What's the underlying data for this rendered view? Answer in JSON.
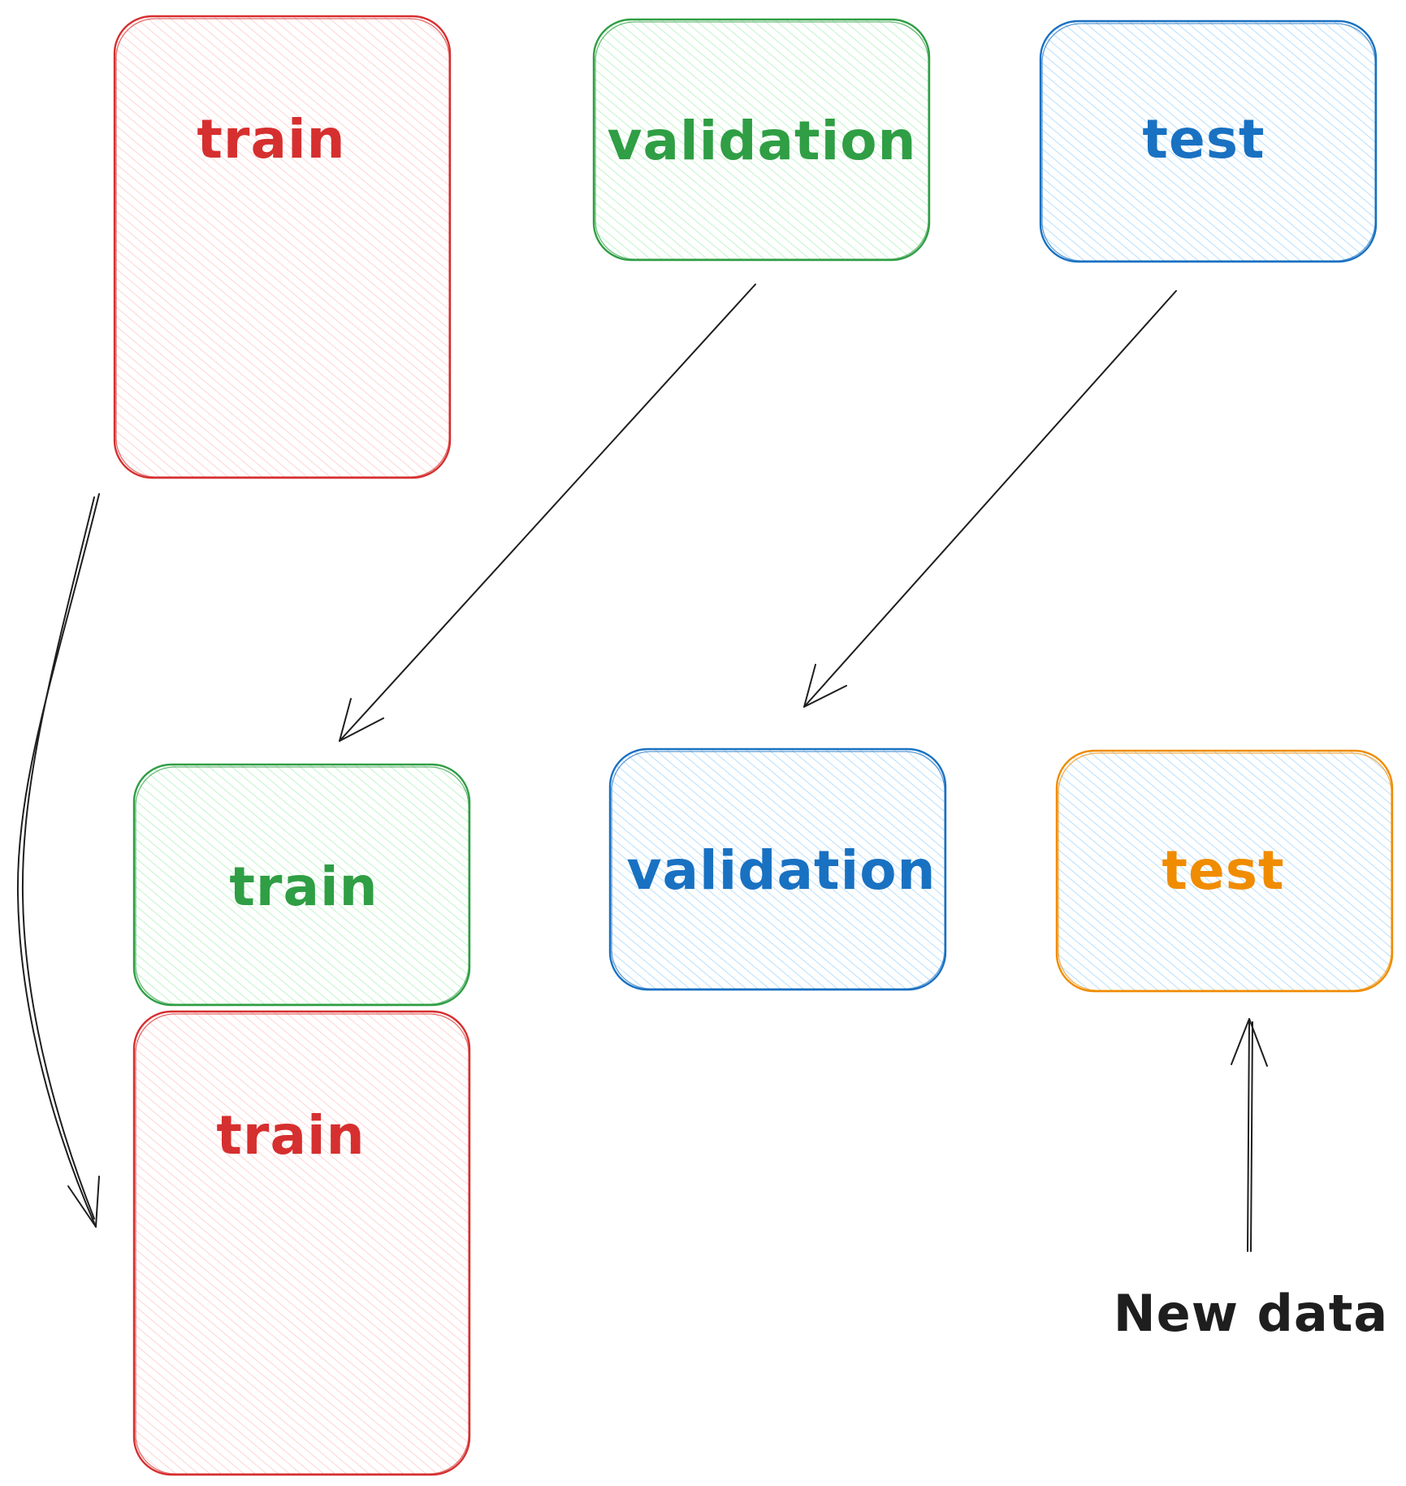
{
  "colors": {
    "red": "#d62f2f",
    "red_fill": "#ffc9c9",
    "green": "#2f9e44",
    "green_fill": "#b2f2bb",
    "blue": "#1971c2",
    "blue_fill": "#a5d8ff",
    "orange": "#f08c00",
    "ink": "#1e1e1e"
  },
  "top_row": {
    "train": "train",
    "validation": "validation",
    "test": "test"
  },
  "bottom_row": {
    "train_upper": "train",
    "train_lower": "train",
    "validation": "validation",
    "test": "test"
  },
  "new_data_label": "New data"
}
